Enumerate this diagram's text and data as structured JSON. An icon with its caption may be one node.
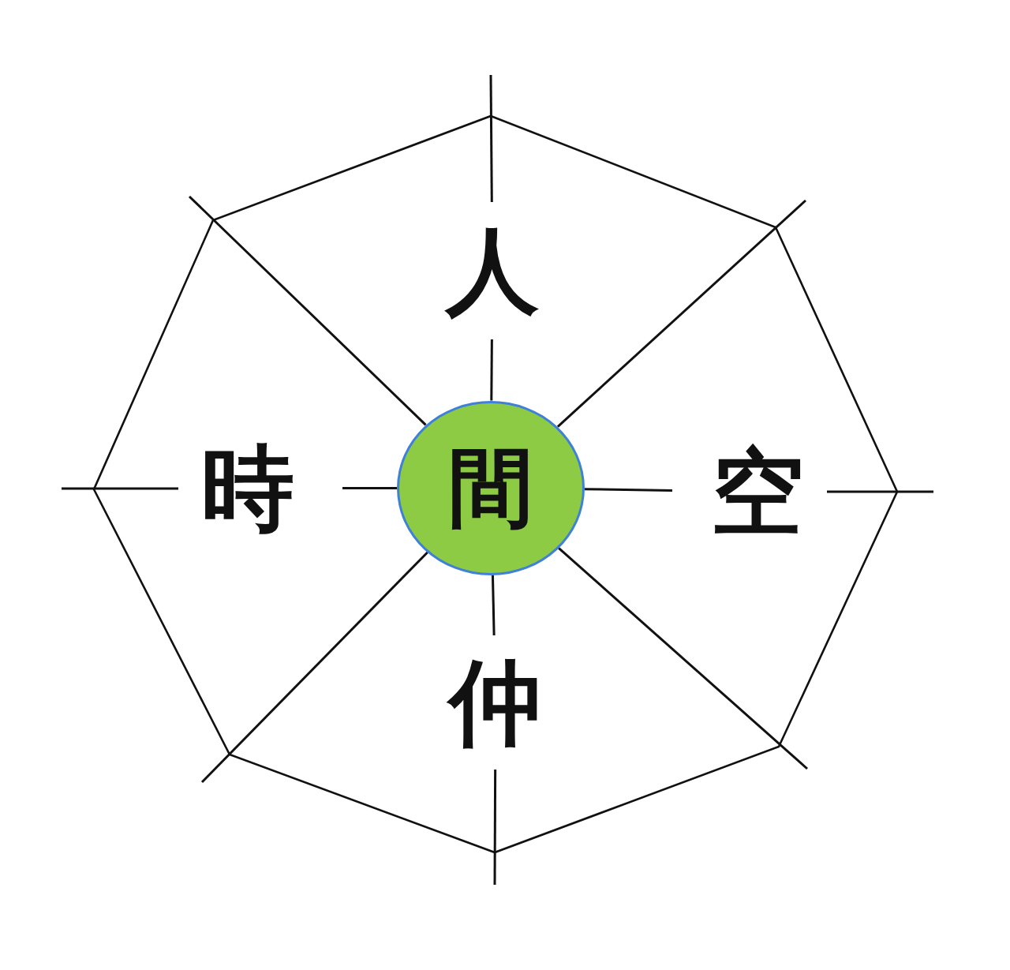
{
  "diagram": {
    "nodes": [
      {
        "text": [
          "間"
        ]
      },
      {
        "text": [
          "人"
        ]
      },
      {
        "text": [
          "空"
        ]
      },
      {
        "text": [
          "仲"
        ]
      },
      {
        "text": [
          "時"
        ]
      }
    ],
    "edges": [
      {
        "from": 0,
        "to": 1,
        "arrow": "none"
      },
      {
        "from": 0,
        "to": 2,
        "arrow": "none"
      },
      {
        "from": 0,
        "to": 3,
        "arrow": "none"
      },
      {
        "from": 0,
        "to": 4,
        "arrow": "none"
      },
      {
        "from": 1,
        "to": null,
        "arrow": "none"
      },
      {
        "from": 2,
        "to": null,
        "arrow": "none"
      },
      {
        "from": 3,
        "to": null,
        "arrow": "none"
      },
      {
        "from": 4,
        "to": null,
        "arrow": "none"
      },
      {
        "from": 0,
        "to": null,
        "arrow": "none"
      },
      {
        "from": 0,
        "to": null,
        "arrow": "none"
      },
      {
        "from": 0,
        "to": null,
        "arrow": "none"
      },
      {
        "from": 0,
        "to": null,
        "arrow": "none"
      }
    ]
  }
}
